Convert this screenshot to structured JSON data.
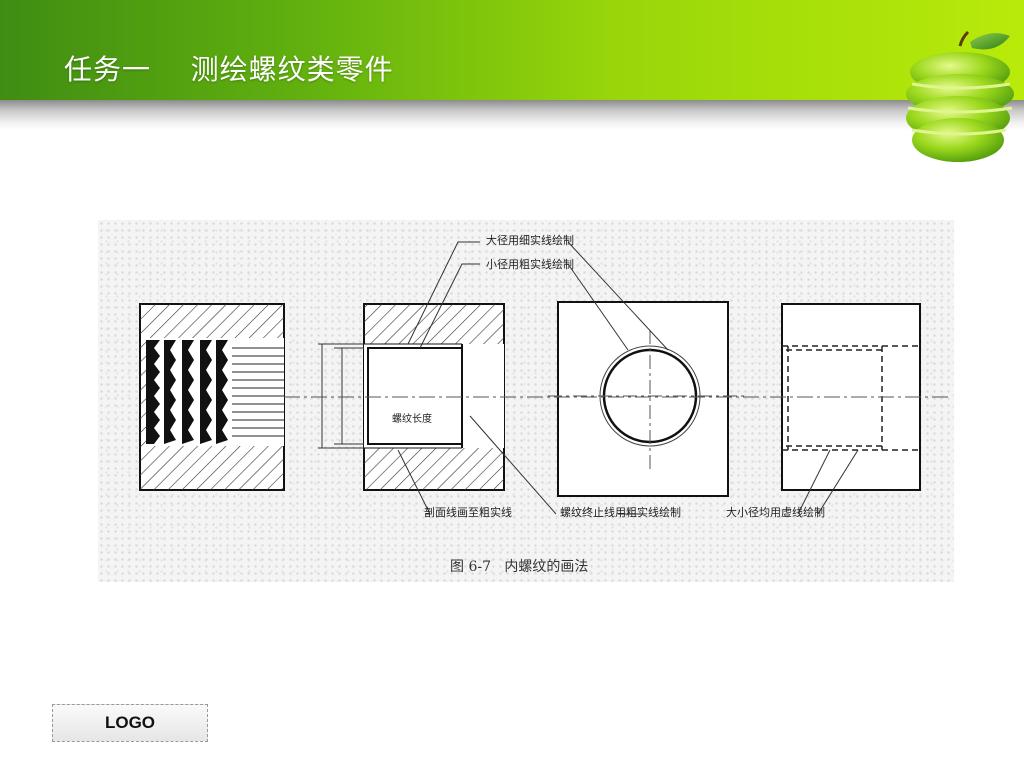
{
  "slide": {
    "title": "任务一    测绘螺纹类零件",
    "logo": "LOGO"
  },
  "figure": {
    "caption": "图 6-7   内螺纹的画法",
    "annotations": {
      "major_dia_thin": "大径用细实线绘制",
      "minor_dia_thick": "小径用粗实线绘制",
      "thread_length": "螺纹长度",
      "section_line": "剖面线画至粗实线",
      "thread_end_line": "螺纹终止线用粗实线绘制",
      "dashed_lines": "大小径均用虚线绘制"
    }
  },
  "colors": {
    "header_start": "#3f8d12",
    "header_end": "#b9ea0a",
    "title_text": "#ffffff"
  },
  "icons": [
    "green-apple-icon"
  ]
}
